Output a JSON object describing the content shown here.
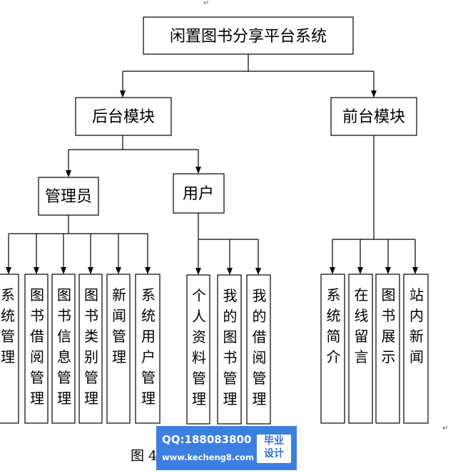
{
  "diagram": {
    "root": "闲置图书分享平台系统",
    "backend": "后台模块",
    "frontend": "前台模块",
    "admin": "管理员",
    "user": "用户",
    "admin_items": [
      "系统管理",
      "图书借阅管理",
      "图书信息管理",
      "图书类别管理",
      "新闻管理",
      "系统用户管理"
    ],
    "user_items": [
      "个人资料管理",
      "我的图书管理",
      "我的借阅管理"
    ],
    "frontend_items": [
      "系统简介",
      "在线留言",
      "图书展示",
      "站内新闻"
    ],
    "caption": "图 4",
    "paragraph_mark": "↵"
  },
  "watermark": {
    "qq": "QQ:188083800",
    "url": "www.kecheng8.com",
    "badge_line1": "毕业",
    "badge_line2": "设计",
    "color": "#3d7fe0"
  }
}
